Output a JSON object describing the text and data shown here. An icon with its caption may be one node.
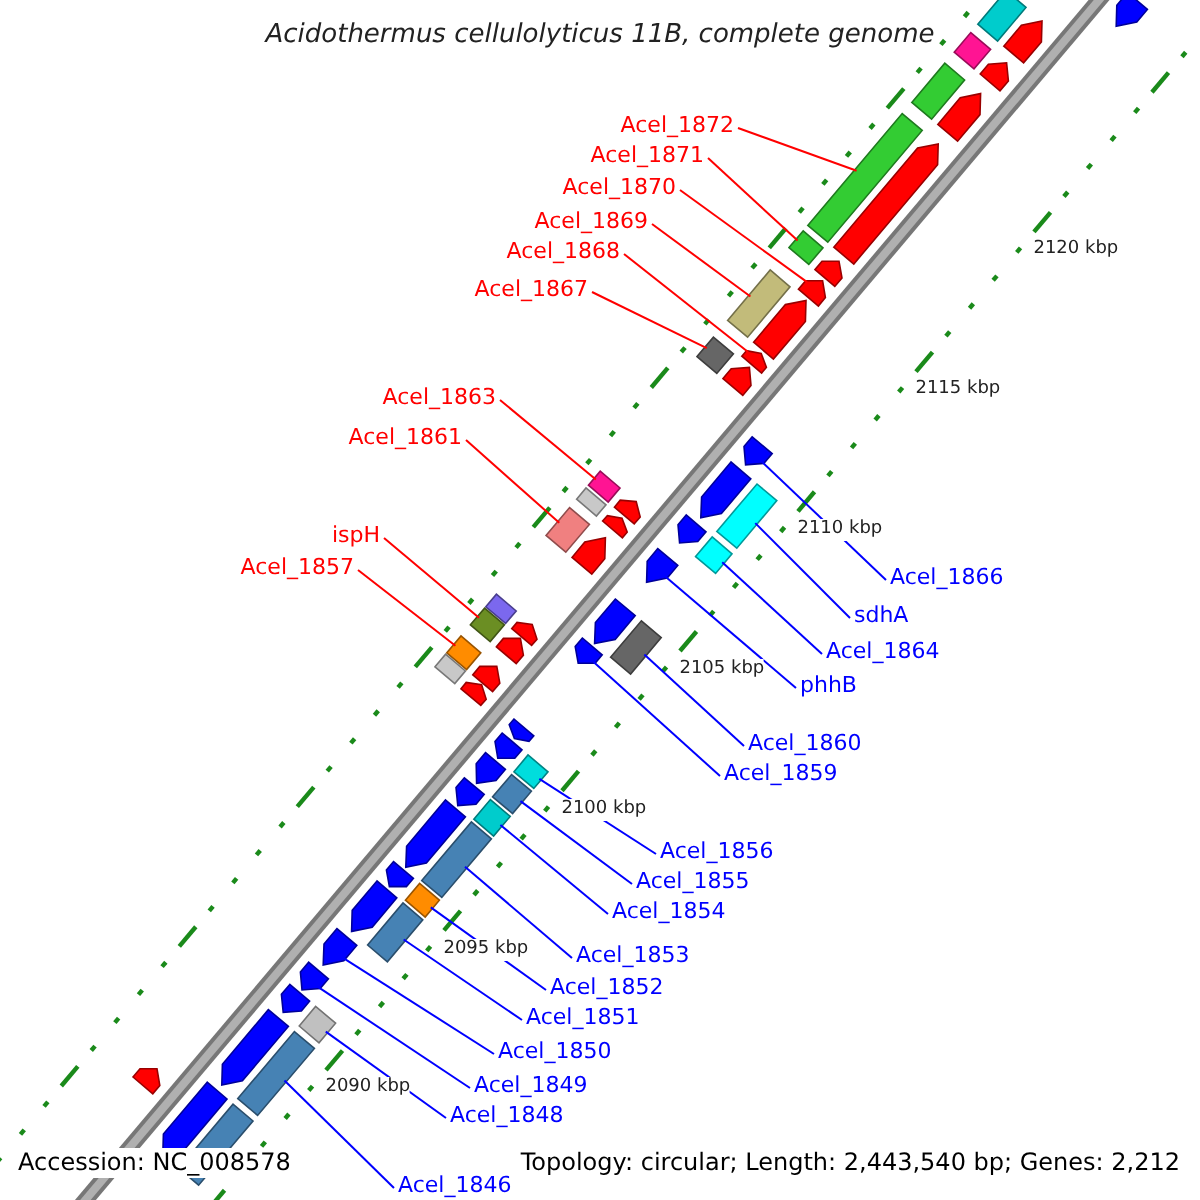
{
  "diagram": {
    "title": "Acidothermus cellulolyticus 11B, complete genome",
    "nodes": [
      {
        "text": [
          "Acel_1872"
        ]
      },
      {
        "text": [
          "Acel_1871"
        ]
      },
      {
        "text": [
          "Acel_1870"
        ]
      },
      {
        "text": [
          "Acel_1869"
        ]
      },
      {
        "text": [
          "Acel_1868"
        ]
      },
      {
        "text": [
          "Acel_1867"
        ]
      },
      {
        "text": [
          "Acel_1863"
        ]
      },
      {
        "text": [
          "Acel_1861"
        ]
      },
      {
        "text": [
          "ispH"
        ]
      },
      {
        "text": [
          "Acel_1857"
        ]
      },
      {
        "text": [
          "Acel_1866"
        ]
      },
      {
        "text": [
          "sdhA"
        ]
      },
      {
        "text": [
          "Acel_1864"
        ]
      },
      {
        "text": [
          "phhB"
        ]
      },
      {
        "text": [
          "Acel_1860"
        ]
      },
      {
        "text": [
          "Acel_1859"
        ]
      },
      {
        "text": [
          "Acel_1856"
        ]
      },
      {
        "text": [
          "Acel_1855"
        ]
      },
      {
        "text": [
          "Acel_1854"
        ]
      },
      {
        "text": [
          "Acel_1853"
        ]
      },
      {
        "text": [
          "Acel_1852"
        ]
      },
      {
        "text": [
          "Acel_1851"
        ]
      },
      {
        "text": [
          "Acel_1850"
        ]
      },
      {
        "text": [
          "Acel_1849"
        ]
      },
      {
        "text": [
          "Acel_1848"
        ]
      },
      {
        "text": [
          "Acel_1846"
        ]
      },
      {
        "text": [],
        "shape": "arrow"
      },
      {
        "text": [],
        "shape": "arrow"
      },
      {
        "text": [],
        "shape": "arrow"
      },
      {
        "text": [],
        "shape": "arrow"
      },
      {
        "text": [],
        "shape": "arrow"
      },
      {
        "text": [],
        "shape": "arrow"
      },
      {
        "text": [],
        "shape": "arrow"
      },
      {
        "text": [],
        "shape": "arrow"
      },
      {
        "text": [],
        "shape": "arrow"
      },
      {
        "text": [],
        "shape": "arrow"
      },
      {
        "text": [],
        "shape": "arrow"
      },
      {
        "text": [],
        "shape": "arrow"
      },
      {
        "text": [],
        "shape": "arrow"
      },
      {
        "text": [],
        "shape": "arrow"
      },
      {
        "text": [],
        "shape": "arrow"
      },
      {
        "text": [],
        "shape": "arrow"
      },
      {
        "text": [],
        "shape": "arrow"
      },
      {
        "text": [],
        "shape": "arrow"
      },
      {
        "text": [],
        "shape": "arrow"
      },
      {
        "text": [],
        "shape": "arrow"
      },
      {
        "text": [],
        "shape": "arrow"
      },
      {
        "text": [],
        "shape": "arrow"
      },
      {
        "text": [],
        "shape": "arrow"
      },
      {
        "text": [],
        "shape": "arrow"
      },
      {
        "text": [],
        "shape": "arrow"
      },
      {
        "text": [],
        "shape": "arrow"
      },
      {
        "text": [],
        "shape": "arrow"
      },
      {
        "text": [],
        "shape": "arrow"
      },
      {
        "text": [],
        "shape": "arrow"
      },
      {
        "text": [],
        "shape": "arrow"
      },
      {
        "text": [],
        "shape": "arrow"
      },
      {
        "text": [],
        "shape": "arrow"
      },
      {
        "text": [],
        "shape": "arrow"
      },
      {
        "text": [],
        "shape": "arrow"
      },
      {
        "text": [],
        "shape": "arrow"
      },
      {
        "text": [],
        "shape": "arrow"
      }
    ],
    "edges": [
      {
        "from": 0,
        "to": 30,
        "arrow": "none",
        "color": "#ff0000"
      },
      {
        "from": 1,
        "to": 31,
        "arrow": "none",
        "color": "#ff0000"
      },
      {
        "from": 2,
        "to": 33,
        "arrow": "none",
        "color": "#ff0000"
      },
      {
        "from": 3,
        "to": 32,
        "arrow": "none",
        "color": "#ff0000"
      },
      {
        "from": 4,
        "to": 35,
        "arrow": "none",
        "color": "#ff0000"
      },
      {
        "from": 5,
        "to": 34,
        "arrow": "none",
        "color": "#ff0000"
      },
      {
        "from": 6,
        "to": 38,
        "arrow": "none",
        "color": "#ff0000"
      },
      {
        "from": 7,
        "to": 40,
        "arrow": "none",
        "color": "#ff0000"
      },
      {
        "from": 8,
        "to": 45,
        "arrow": "none",
        "color": "#ff0000"
      },
      {
        "from": 9,
        "to": 46,
        "arrow": "none",
        "color": "#ff0000"
      },
      {
        "from": 10,
        "to": 36,
        "arrow": "none"
      },
      {
        "from": 11,
        "to": 37,
        "arrow": "none"
      },
      {
        "from": 12,
        "to": 41,
        "arrow": "none"
      },
      {
        "from": 13,
        "to": 42,
        "arrow": "none"
      },
      {
        "from": 14,
        "to": 44,
        "arrow": "none"
      },
      {
        "from": 15,
        "to": 47,
        "arrow": "none"
      },
      {
        "from": 16,
        "to": 50,
        "arrow": "none"
      },
      {
        "from": 17,
        "to": 51,
        "arrow": "none"
      },
      {
        "from": 18,
        "to": 52,
        "arrow": "none"
      },
      {
        "from": 19,
        "to": 53,
        "arrow": "none"
      },
      {
        "from": 20,
        "to": 54,
        "arrow": "none"
      },
      {
        "from": 21,
        "to": 55,
        "arrow": "none"
      },
      {
        "from": 22,
        "to": 56,
        "arrow": "none"
      },
      {
        "from": 23,
        "to": 57,
        "arrow": "none"
      },
      {
        "from": 24,
        "to": 58,
        "arrow": "none"
      },
      {
        "from": 25,
        "to": 59,
        "arrow": "none"
      }
    ],
    "labels": [
      "2120 kbp",
      "2115 kbp",
      "2110 kbp",
      "2105 kbp",
      "2100 kbp",
      "2095 kbp",
      "2090 kbp",
      "Accession: NC_008578",
      "Topology: circular; Length: 2,443,540 bp; Genes: 2,212"
    ]
  }
}
